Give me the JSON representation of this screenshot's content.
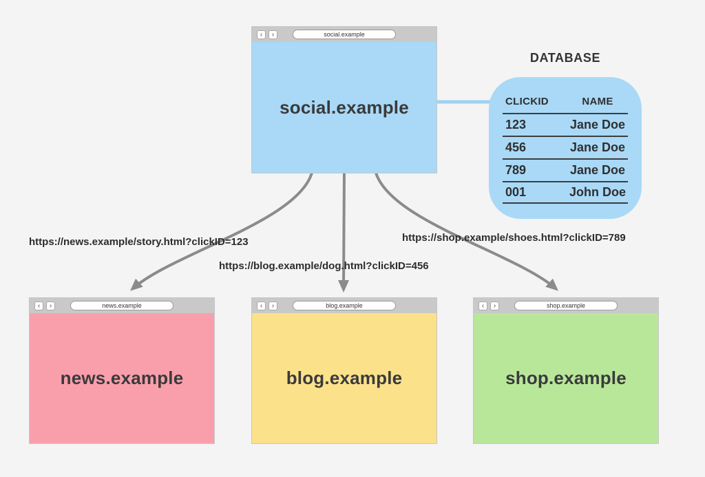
{
  "page": {
    "background": "#f4f4f5"
  },
  "chrome": {
    "back": "‹",
    "forward": "›"
  },
  "social_window": {
    "url": "social.example",
    "title": "social.example",
    "color": "#a9d9f6"
  },
  "database": {
    "label": "DATABASE",
    "color": "#a9d9f6",
    "columns": [
      "CLICKID",
      "NAME"
    ],
    "rows": [
      {
        "clickid": "123",
        "name": "Jane Doe"
      },
      {
        "clickid": "456",
        "name": "Jane Doe"
      },
      {
        "clickid": "789",
        "name": "Jane Doe"
      },
      {
        "clickid": "001",
        "name": "John Doe"
      }
    ]
  },
  "redirect_urls": {
    "news": "https://news.example/story.html?clickID=123",
    "blog": "https://blog.example/dog.html?clickID=456",
    "shop": "https://shop.example/shoes.html?clickID=789"
  },
  "windows": {
    "news": {
      "url": "news.example",
      "title": "news.example",
      "color": "#f99fac"
    },
    "blog": {
      "url": "blog.example",
      "title": "blog.example",
      "color": "#fce18b"
    },
    "shop": {
      "url": "shop.example",
      "title": "shop.example",
      "color": "#b8e79a"
    }
  },
  "arrow_color": "#8b8b8b",
  "connector_color": "#9fd2f1"
}
